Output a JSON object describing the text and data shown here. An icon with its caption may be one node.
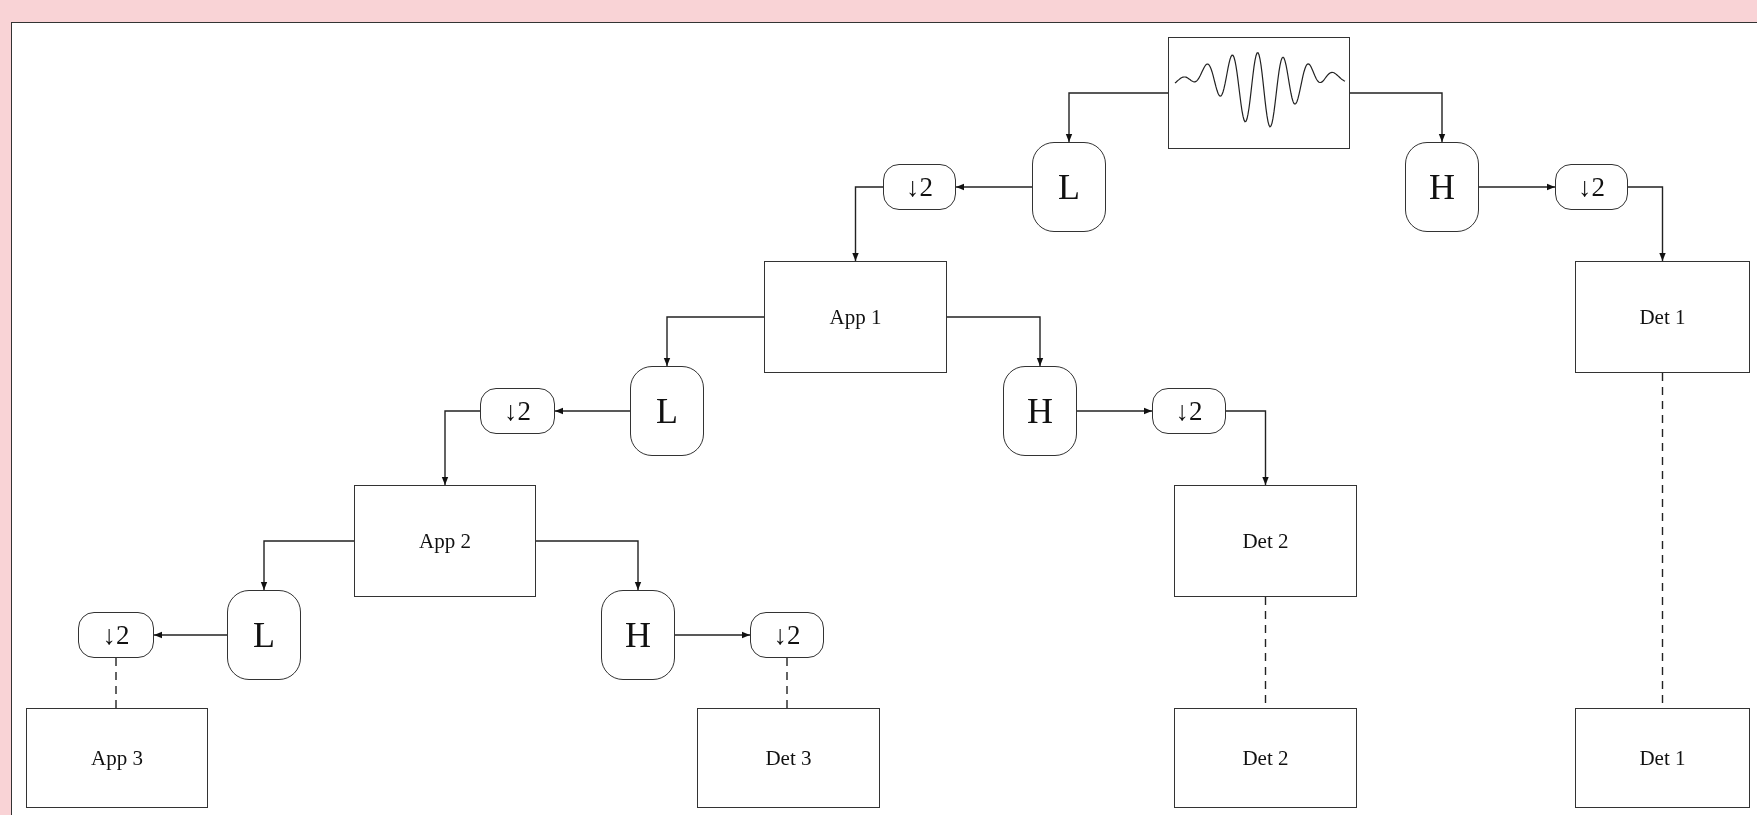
{
  "diagram": {
    "nodes": [
      {
        "text": [],
        "shape": "picture"
      },
      {
        "text": [
          "↓2"
        ]
      },
      {
        "text": [
          "L"
        ]
      },
      {
        "text": [
          "H"
        ]
      },
      {
        "text": [
          "↓2"
        ]
      },
      {
        "text": [
          "App 1"
        ]
      },
      {
        "text": [
          "Det 1"
        ]
      },
      {
        "text": [
          "↓2"
        ]
      },
      {
        "text": [
          "L"
        ]
      },
      {
        "text": [
          "H"
        ]
      },
      {
        "text": [
          "↓2"
        ]
      },
      {
        "text": [
          "App 2"
        ]
      },
      {
        "text": [
          "Det 2"
        ]
      },
      {
        "text": [
          "↓2"
        ]
      },
      {
        "text": [
          "L"
        ]
      },
      {
        "text": [
          "H"
        ]
      },
      {
        "text": [
          "↓2"
        ]
      },
      {
        "text": [
          "App 3"
        ]
      },
      {
        "text": [
          "Det 3"
        ]
      },
      {
        "text": [
          "Det 2"
        ]
      },
      {
        "text": [
          "Det 1"
        ]
      }
    ],
    "edges": [
      {
        "from": 0,
        "to": 2,
        "arrow": "to"
      },
      {
        "from": 0,
        "to": 3,
        "arrow": "to"
      },
      {
        "from": 2,
        "to": 1,
        "arrow": "to"
      },
      {
        "from": 3,
        "to": 4,
        "arrow": "to"
      },
      {
        "from": 1,
        "to": 5,
        "arrow": "to"
      },
      {
        "from": 4,
        "to": 6,
        "arrow": "to"
      },
      {
        "from": 5,
        "to": 8,
        "arrow": "to"
      },
      {
        "from": 5,
        "to": 9,
        "arrow": "to"
      },
      {
        "from": 8,
        "to": 7,
        "arrow": "to"
      },
      {
        "from": 9,
        "to": 10,
        "arrow": "to"
      },
      {
        "from": 7,
        "to": 11,
        "arrow": "to"
      },
      {
        "from": 10,
        "to": 12,
        "arrow": "to"
      },
      {
        "from": 11,
        "to": 14,
        "arrow": "to"
      },
      {
        "from": 11,
        "to": 15,
        "arrow": "to"
      },
      {
        "from": 14,
        "to": 13,
        "arrow": "to"
      },
      {
        "from": 15,
        "to": 16,
        "arrow": "to"
      },
      {
        "from": 13,
        "to": 17,
        "arrow": "none",
        "style": "dashed"
      },
      {
        "from": 16,
        "to": 18,
        "arrow": "none",
        "style": "dashed"
      },
      {
        "from": 12,
        "to": 19,
        "arrow": "none",
        "style": "dashed"
      },
      {
        "from": 6,
        "to": 20,
        "arrow": "none",
        "style": "dashed"
      }
    ]
  }
}
